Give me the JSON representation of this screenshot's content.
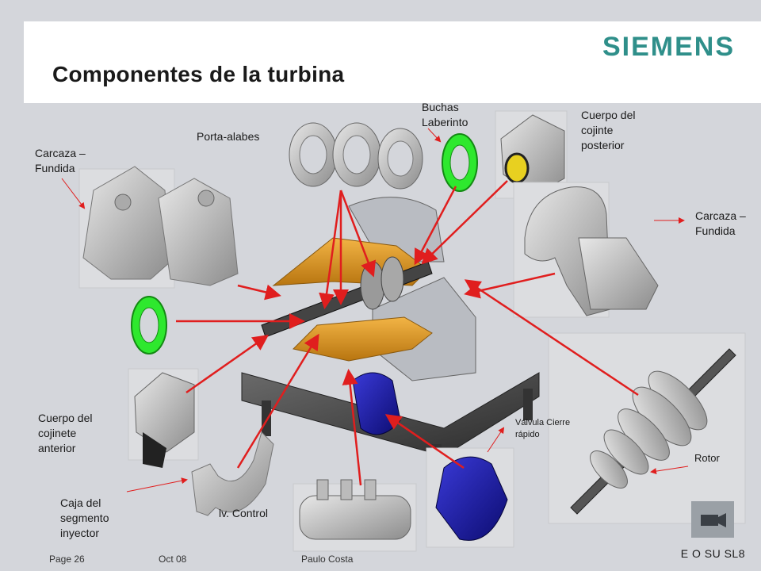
{
  "header": {
    "title": "Componentes de la turbina",
    "logo_text": "SIEMENS"
  },
  "labels": {
    "carcaza_left": "Carcaza – Fundida",
    "porta_alabes": "Porta-alabes",
    "buchas_laberinto": "Buchas Laberinto",
    "cuerpo_cojinte_posterior": "Cuerpo del cojinte posterior",
    "carcaza_right": "Carcaza – Fundida",
    "cuerpo_cojinete_anterior": "Cuerpo del cojinete anterior",
    "caja_segmento_inyector": "Caja del segmento inyector",
    "valv_control": "lv. Control",
    "valvula_cierre_rapido": "Válvula Cierre rápido",
    "rotor": "Rotor"
  },
  "footer": {
    "page": "Page 26",
    "date": "Oct 08",
    "author": "Paulo Costa",
    "code": "E O SU SL8"
  },
  "icons": {
    "camera_button": "video-camera-icon"
  },
  "colors": {
    "background": "#d4d6db",
    "header": "#ffffff",
    "logo": "#2f8f8a",
    "arrow": "#e01e1e",
    "seal_green": "#2ee82e",
    "valve_blue": "#1a1aa8",
    "casing_orange": "#e09a20"
  }
}
